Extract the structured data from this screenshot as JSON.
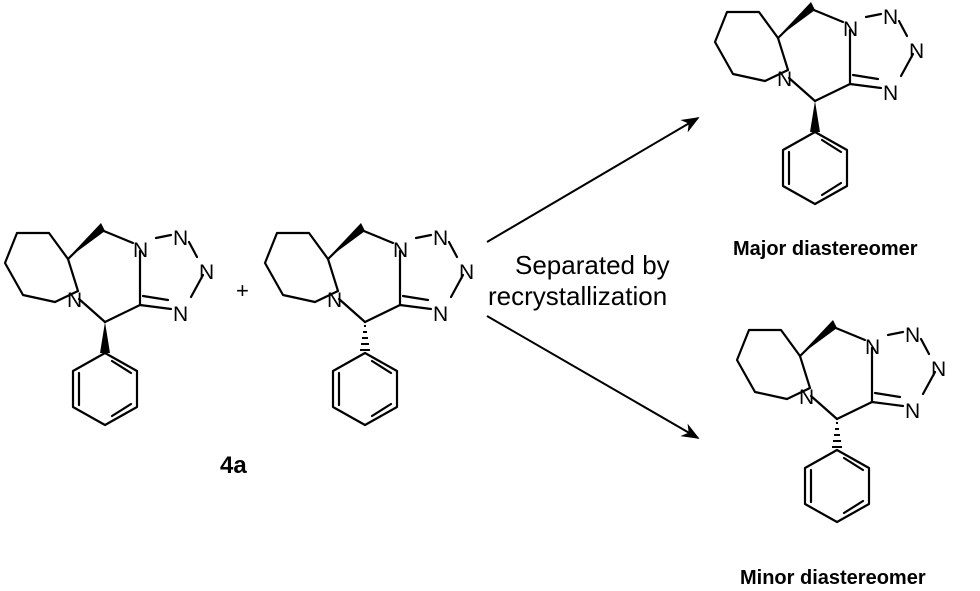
{
  "compound_label": "4a",
  "plus_sign": "+",
  "process": {
    "line1": "Separated by",
    "line2": "recrystallization"
  },
  "products": {
    "major": "Major diastereomer",
    "minor": "Minor diastereomer"
  },
  "atoms": {
    "nitrogen": "N",
    "tetrazole_n1": "N",
    "tetrazole_n2": "N",
    "tetrazole_n3": "N",
    "tetrazole_n4": "N"
  }
}
